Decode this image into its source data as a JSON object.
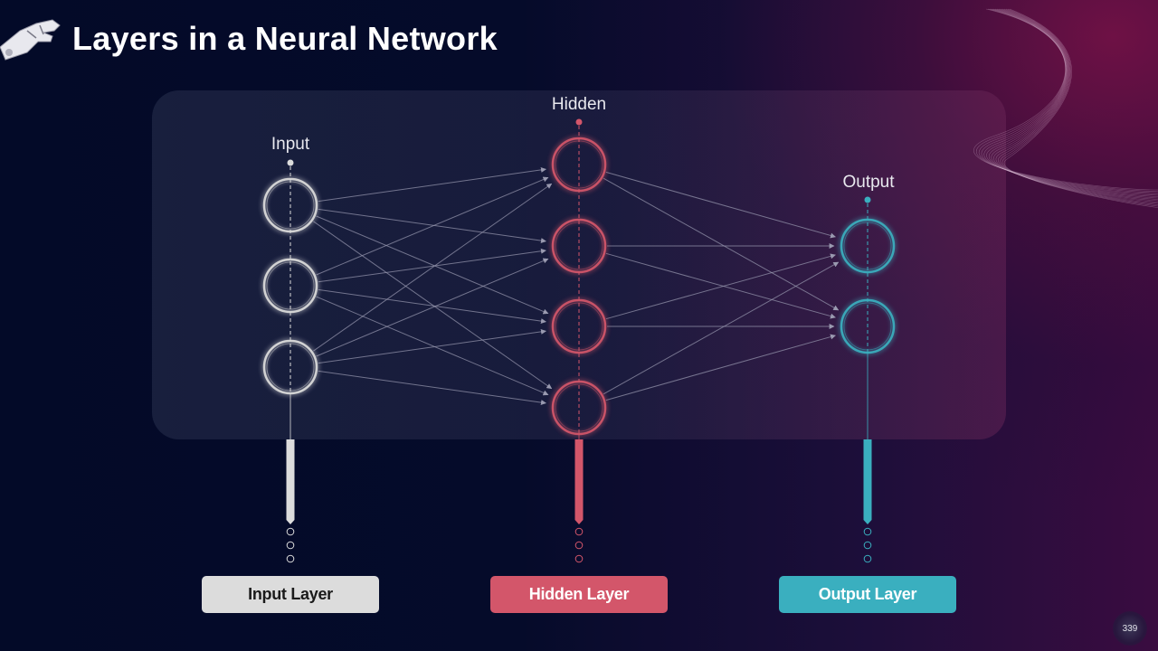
{
  "slide": {
    "title": "Layers in a Neural Network",
    "page_number": "339"
  },
  "layers": [
    {
      "id": "input",
      "label": "Input",
      "button_label": "Input Layer",
      "color": "#dcdcdc",
      "text_color": "#1a1a1a",
      "nodes": 3
    },
    {
      "id": "hidden",
      "label": "Hidden",
      "button_label": "Hidden Layer",
      "color": "#d3566a",
      "text_color": "#ffffff",
      "nodes": 4
    },
    {
      "id": "output",
      "label": "Output",
      "button_label": "Output Layer",
      "color": "#3aafbf",
      "text_color": "#ffffff",
      "nodes": 2
    }
  ],
  "colors": {
    "background": "#050b28",
    "accent_magenta": "#7a1246",
    "connection": "#9a9ab0"
  }
}
